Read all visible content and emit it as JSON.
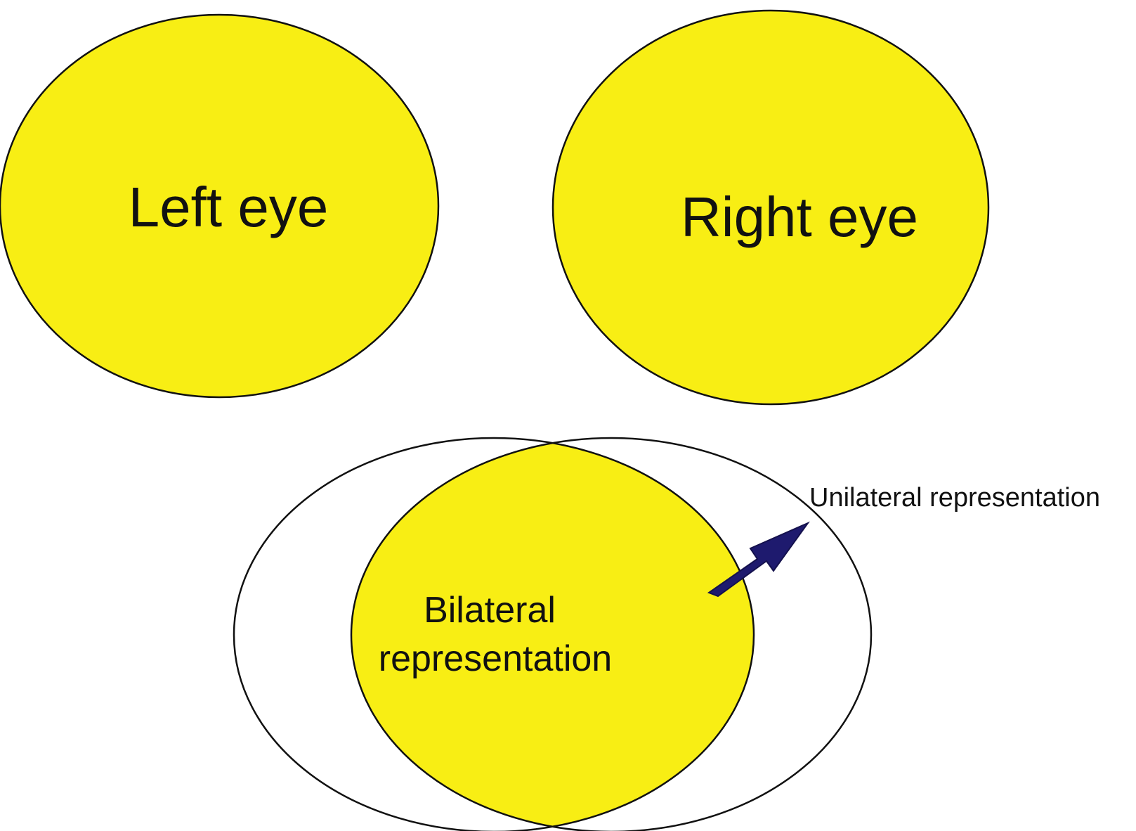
{
  "labels": {
    "left_eye": "Left eye",
    "right_eye": "Right eye",
    "bilateral_line1": "Bilateral",
    "bilateral_line2": "representation",
    "unilateral": "Unilateral representation"
  },
  "colors": {
    "field_fill": "#F8EE14",
    "outline": "#111111",
    "arrow": "#1E1A6E",
    "background": "#ffffff"
  }
}
